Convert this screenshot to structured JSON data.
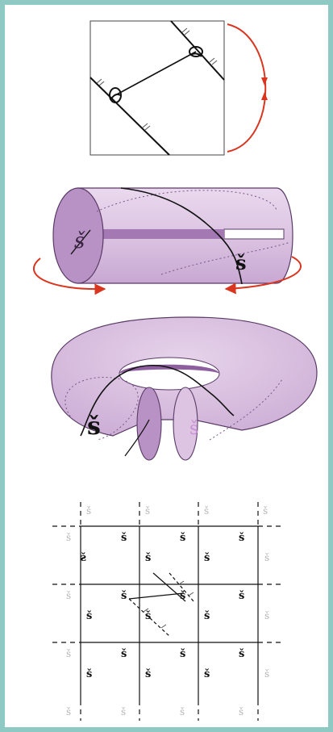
{
  "colors": {
    "frame": "#8fc9c4",
    "background": "#ffffff",
    "ink": "#111111",
    "surface": "#dcc4e2",
    "surface_dark": "#b892c4",
    "arrow": "#d9351f",
    "faded": "#b4b4b4"
  },
  "panels": [
    {
      "name": "square-with-opposite-edges-identified"
    },
    {
      "name": "cylinder-with-cut"
    },
    {
      "name": "torus-with-cut"
    },
    {
      "name": "periodic-grid-of-squares"
    }
  ],
  "glyphs": {
    "bold": "š",
    "mirrored": "š",
    "faded": "š"
  }
}
